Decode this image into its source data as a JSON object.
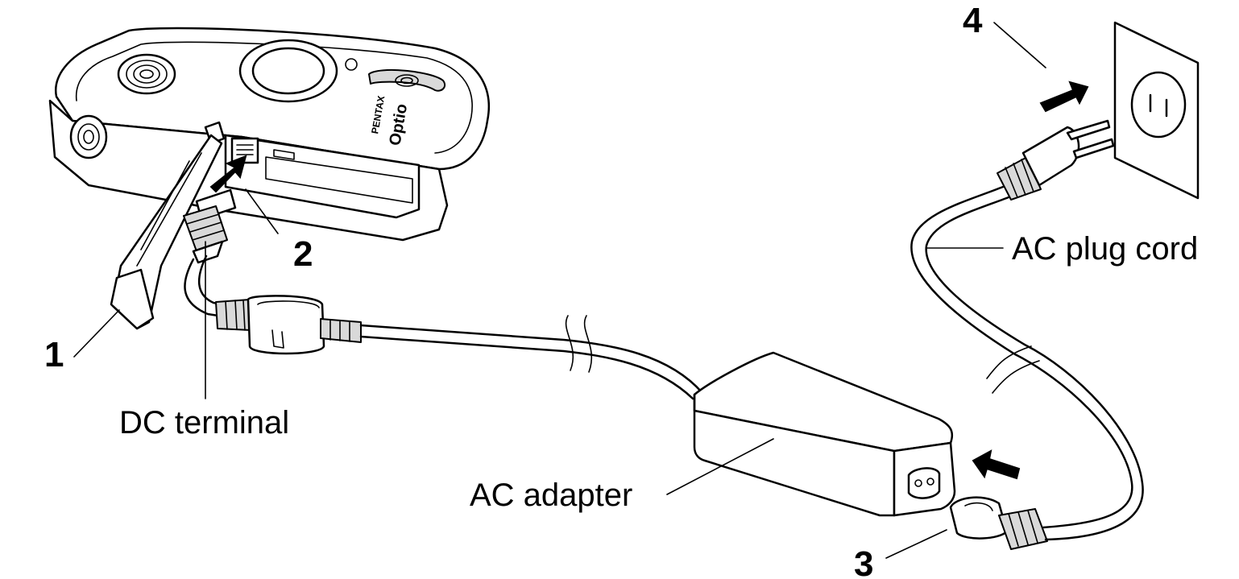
{
  "steps": {
    "step1": "1",
    "step2": "2",
    "step3": "3",
    "step4": "4"
  },
  "labels": {
    "dc_terminal": "DC terminal",
    "ac_adapter": "AC adapter",
    "ac_plug_cord": "AC plug cord"
  },
  "camera": {
    "brand_line1": "PENTAX",
    "brand_line2": "Optio"
  }
}
